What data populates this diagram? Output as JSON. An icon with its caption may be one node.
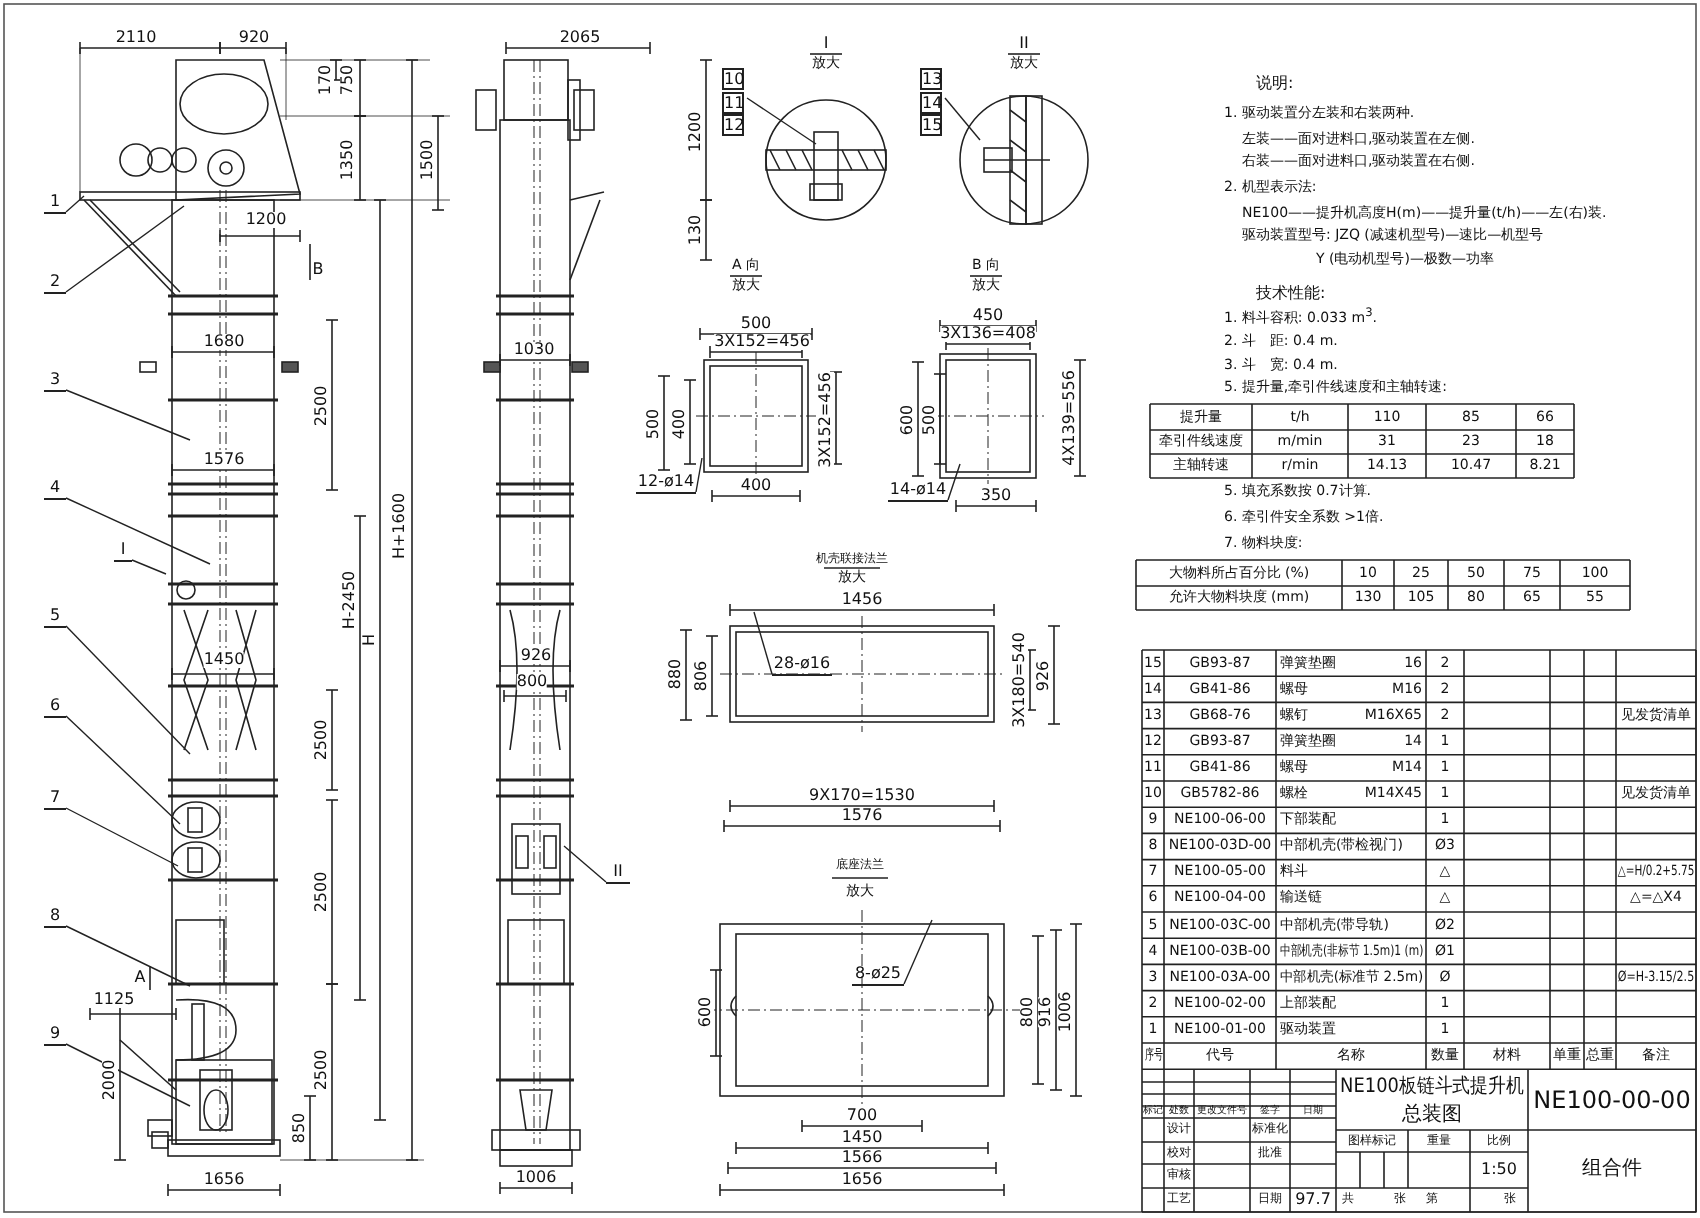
{
  "diagram": {
    "nodes": [
      {
        "text": [
          "1"
        ]
      },
      {
        "text": [
          "2"
        ]
      },
      {
        "text": [
          "3"
        ]
      },
      {
        "text": [
          "4"
        ]
      },
      {
        "text": [
          "5"
        ]
      },
      {
        "text": [
          "6"
        ]
      },
      {
        "text": [
          "7"
        ]
      },
      {
        "text": [
          "8"
        ]
      },
      {
        "text": [
          "9"
        ]
      },
      {
        "text": [
          "I"
        ]
      },
      {
        "text": [
          "II"
        ]
      },
      {
        "text": [
          "10",
          "11",
          "12"
        ]
      },
      {
        "text": [
          "13",
          "14",
          "15"
        ]
      },
      {
        "text": [
          "12-ø14"
        ]
      },
      {
        "text": [
          "14-ø14"
        ]
      },
      {
        "text": [
          "28-ø16"
        ]
      },
      {
        "text": [
          "8-ø25"
        ]
      }
    ],
    "edges": [
      {
        "from": 0,
        "to": null,
        "arrow": "none"
      },
      {
        "from": 1,
        "to": null,
        "arrow": "none"
      },
      {
        "from": 2,
        "to": null,
        "arrow": "none"
      },
      {
        "from": 3,
        "to": null,
        "arrow": "none"
      },
      {
        "from": 4,
        "to": null,
        "arrow": "none"
      },
      {
        "from": 5,
        "to": null,
        "arrow": "none"
      },
      {
        "from": 6,
        "to": null,
        "arrow": "none"
      },
      {
        "from": 7,
        "to": null,
        "arrow": "none"
      },
      {
        "from": 8,
        "to": null,
        "arrow": "none"
      },
      {
        "from": 9,
        "to": null,
        "arrow": "none"
      },
      {
        "from": 10,
        "to": null,
        "arrow": "none"
      },
      {
        "from": 11,
        "to": null,
        "arrow": "none"
      },
      {
        "from": 12,
        "to": null,
        "arrow": "none"
      },
      {
        "from": 13,
        "to": null,
        "arrow": "none"
      },
      {
        "from": 14,
        "to": null,
        "arrow": "none"
      },
      {
        "from": 15,
        "to": null,
        "arrow": "none"
      },
      {
        "from": 16,
        "to": null,
        "arrow": "none"
      }
    ],
    "labels": [
      "2110",
      "920",
      "170",
      "750",
      "1350",
      "1500",
      "1200",
      "B",
      "1680",
      "2500",
      "1576",
      "H+1600",
      "H-2450",
      "H",
      "1450",
      "2500",
      "2500",
      "A",
      "1125",
      "2000",
      "2500",
      "850",
      "1656",
      "2065",
      "1200",
      "130",
      "1030",
      "926",
      "800",
      "1006",
      "I",
      "放大",
      "II",
      "放大",
      "A 向",
      "放大",
      "500",
      "3X152=456",
      "500",
      "400",
      "3X152=456",
      "400",
      "B 向",
      "放大",
      "450",
      "3X136=408",
      "600",
      "500",
      "4X139=556",
      "350",
      "机壳联接法兰",
      "放大",
      "1456",
      "880",
      "806",
      "3X180=540",
      "926",
      "9X170=1530",
      "1576",
      "底座法兰",
      "放大",
      "600",
      "800",
      "916",
      "1006",
      "700",
      "1450",
      "1566",
      "1656",
      "说明:",
      "1. 驱动装置分左装和右装两种.",
      "左装——面对进料口,驱动装置在左侧.",
      "右装——面对进料口,驱动装置在右侧.",
      "2. 机型表示法:",
      "NE100——提升机高度H(m)——提升量(t/h)——左(右)装.",
      "驱动装置型号: JZQ (减速机型号)—速比—机型号",
      "Y (电动机型号)—极数—功率",
      "技术性能:",
      "1. 料斗容积: 0.033 m$^{3}$.",
      "2. 斗　距: 0.4 m.",
      "3. 斗　宽: 0.4 m.",
      "5. 提升量,牵引件线速度和主轴转速:",
      "提升量",
      "t/h",
      "110",
      "85",
      "66",
      "牵引件线速度",
      "m/min",
      "31",
      "23",
      "18",
      "主轴转速",
      "r/min",
      "14.13",
      "10.47",
      "8.21",
      "5. 填充系数按 0.7计算.",
      "6. 牵引件安全系数 >1倍.",
      "7. 物料块度:",
      "大物料所占百分比 (%)",
      "10",
      "25",
      "50",
      "75",
      "100",
      "允许大物料块度 (mm)",
      "130",
      "105",
      "80",
      "65",
      "55",
      "15",
      "GB93-87",
      "弹簧垫圈",
      "16",
      "2",
      "14",
      "GB41-86",
      "螺母",
      "M16",
      "2",
      "13",
      "GB68-76",
      "螺钉",
      "M16X65",
      "2",
      "见发货清单",
      "12",
      "GB93-87",
      "弹簧垫圈",
      "14",
      "1",
      "11",
      "GB41-86",
      "螺母",
      "M14",
      "1",
      "10",
      "GB5782-86",
      "螺栓",
      "M14X45",
      "1",
      "见发货清单",
      "9",
      "NE100-06-00",
      "下部装配",
      "1",
      "8",
      "NE100-03D-00",
      "中部机壳(带检视门)",
      "Ø3",
      "7",
      "NE100-05-00",
      "料斗",
      "△",
      "△=H/0.2+5.75",
      "6",
      "NE100-04-00",
      "输送链",
      "△",
      "△=△X4",
      "5",
      "NE100-03C-00",
      "中部机壳(带导轨)",
      "Ø2",
      "4",
      "NE100-03B-00",
      "中部机壳(非标节 1.5m)1 (m)",
      "Ø1",
      "3",
      "NE100-03A-00",
      "中部机壳(标准节 2.5m)",
      "Ø",
      "Ø=H-3.15/2.5",
      "2",
      "NE100-02-00",
      "上部装配",
      "1",
      "1",
      "NE100-01-00",
      "驱动装置",
      "1",
      "序号",
      "代号",
      "名称",
      "数量",
      "材料",
      "单重",
      "总重",
      "备注",
      "NE100板链斗式提升机",
      "总装图",
      "NE100-00-00",
      "组合件",
      "标记",
      "处数",
      "更改文件号",
      "签字",
      "日期",
      "设计",
      "标准化",
      "校对",
      "批准",
      "审核",
      "工艺",
      "日期",
      "97.7",
      "图样标记",
      "重量",
      "比例",
      "1:50",
      "共",
      "张",
      "第",
      "张"
    ]
  }
}
